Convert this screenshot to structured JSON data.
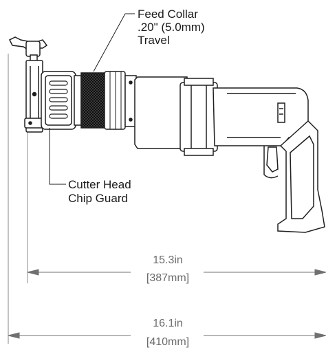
{
  "callouts": {
    "feed_collar": [
      "Feed Collar",
      ".20\" (5.0mm)",
      "Travel"
    ],
    "cutter_head": [
      "Cutter Head",
      "Chip Guard"
    ]
  },
  "dimensions": {
    "body_length": {
      "inches": "15.3in",
      "mm": "387mm"
    },
    "overall_length": {
      "inches": "16.1in",
      "mm": "410mm"
    }
  },
  "colors": {
    "line": "#1f1f1f",
    "dimension": "#707070",
    "knurl": "#2a2a2a"
  }
}
